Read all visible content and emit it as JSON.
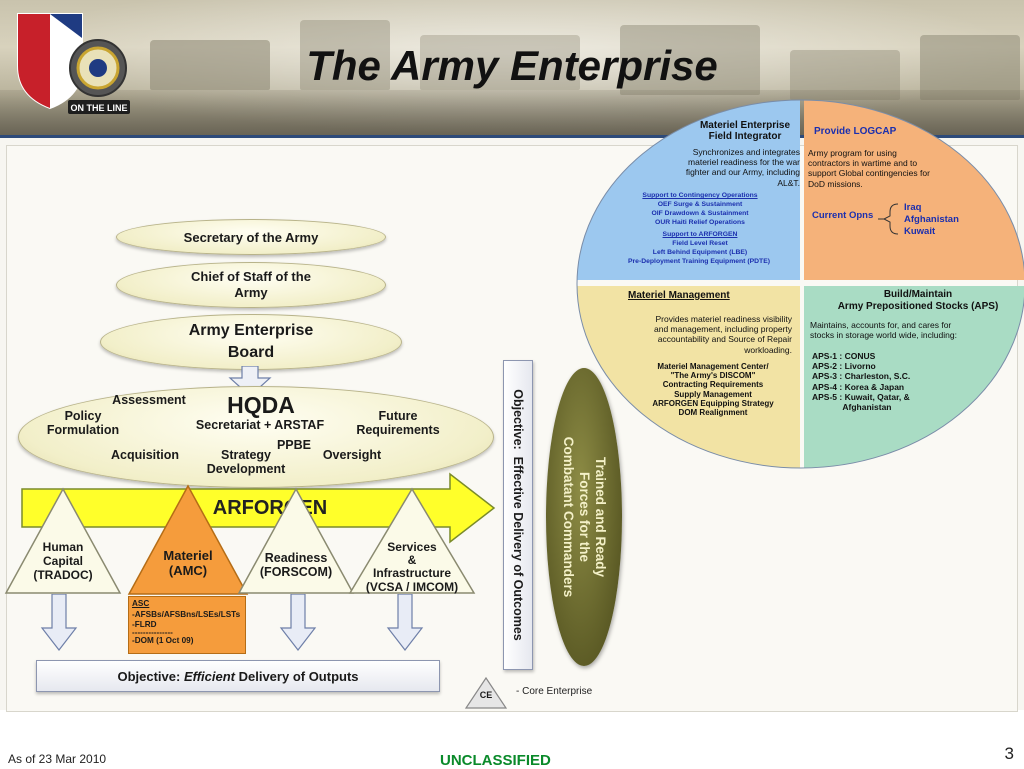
{
  "slide": {
    "title": "The Army Enterprise",
    "logo_text": "ON THE LINE",
    "footer_date": "As of 23 Mar 2010",
    "classification": "UNCLASSIFIED",
    "page_number": "3"
  },
  "hierarchy": {
    "secretary": "Secretary of the Army",
    "chief_line1": "Chief of Staff of the",
    "chief_line2": "Army",
    "board_line1": "Army Enterprise",
    "board_line2": "Board"
  },
  "hqda": {
    "title": "HQDA",
    "subtitle": "Secretariat + ARSTAF",
    "assessment": "Assessment",
    "policy": "Policy\nFormulation",
    "future": "Future\nRequirements",
    "acquisition": "Acquisition",
    "strategy": "Strategy\nDevelopment",
    "ppbe": "PPBE",
    "oversight": "Oversight"
  },
  "arforgen_label": "ARFORGEN",
  "pillars": [
    {
      "label": "Human\nCapital\n(TRADOC)"
    },
    {
      "label": "Materiel\n(AMC)"
    },
    {
      "label": "Readiness\n(FORSCOM)"
    },
    {
      "label": "Services\n&\nInfrastructure\n(VCSA / IMCOM)"
    }
  ],
  "amc_box": {
    "line1": "ASC",
    "line2": "-AFSBs/AFSBns/LSEs/LSTs",
    "line3": "-FLRD",
    "line4": "---------------",
    "line5": "-DOM (1 Oct 09)"
  },
  "efficient_bar": {
    "prefix": "Objective: ",
    "emph": "Efficient",
    "suffix": " Delivery of Outputs"
  },
  "effective_bar": "Objective:  Effective Delivery of Outcomes",
  "trained_oval": "Trained and Ready\nForces for the\nCombatant Commanders",
  "legend": {
    "symbol": "CE",
    "text": "- Core Enterprise"
  },
  "quadrants": {
    "top_left": {
      "title": "Materiel Enterprise\nField Integrator",
      "body": "Synchronizes and integrates\nmateriel readiness for the war\nfighter and our Army, including\nAL&T.",
      "link1": "Support to Contingency Operations",
      "items1": [
        "OEF Surge & Sustainment",
        "OIF Drawdown & Sustainment",
        "OUR Haiti Relief Operations"
      ],
      "link2": "Support to ARFORGEN",
      "items2": [
        "Field Level Reset",
        "Left Behind Equipment (LBE)",
        "Pre-Deployment Training Equipment (PDTE)"
      ]
    },
    "top_right": {
      "title": "Provide LOGCAP",
      "body": "Army program for using\ncontractors in wartime and to\nsupport Global contingencies for\nDoD missions.",
      "current": "Current Opns",
      "locations": [
        "Iraq",
        "Afghanistan",
        "Kuwait"
      ]
    },
    "bottom_left": {
      "title": "Materiel Management",
      "body": "Provides materiel readiness visibility\nand  management, including property\naccountability and Source of Repair\nworkloading.",
      "items": "Materiel Management Center/\n\"The Army's DISCOM\"\nContracting Requirements\nSupply Management\nARFORGEN Equipping Strategy\nDOM Realignment"
    },
    "bottom_right": {
      "title": "Build/Maintain\nArmy Prepositioned Stocks (APS)",
      "body": "Maintains, accounts for, and cares for\nstocks in storage world wide, including:",
      "items": "APS-1 : CONUS\nAPS-2 : Livorno\nAPS-3 : Charleston, S.C.\nAPS-4 : Korea & Japan\nAPS-5 : Kuwait, Qatar, &\n             Afghanistan"
    }
  },
  "colors": {
    "quad_blue": "#9cc8ef",
    "quad_orange": "#f5b27a",
    "quad_yellow": "#f2e3a4",
    "quad_green": "#a9dcc4",
    "arrow_yellow": "#ffff2a",
    "amc_orange": "#f59c3c",
    "oval_green": "#6b6a2e"
  }
}
